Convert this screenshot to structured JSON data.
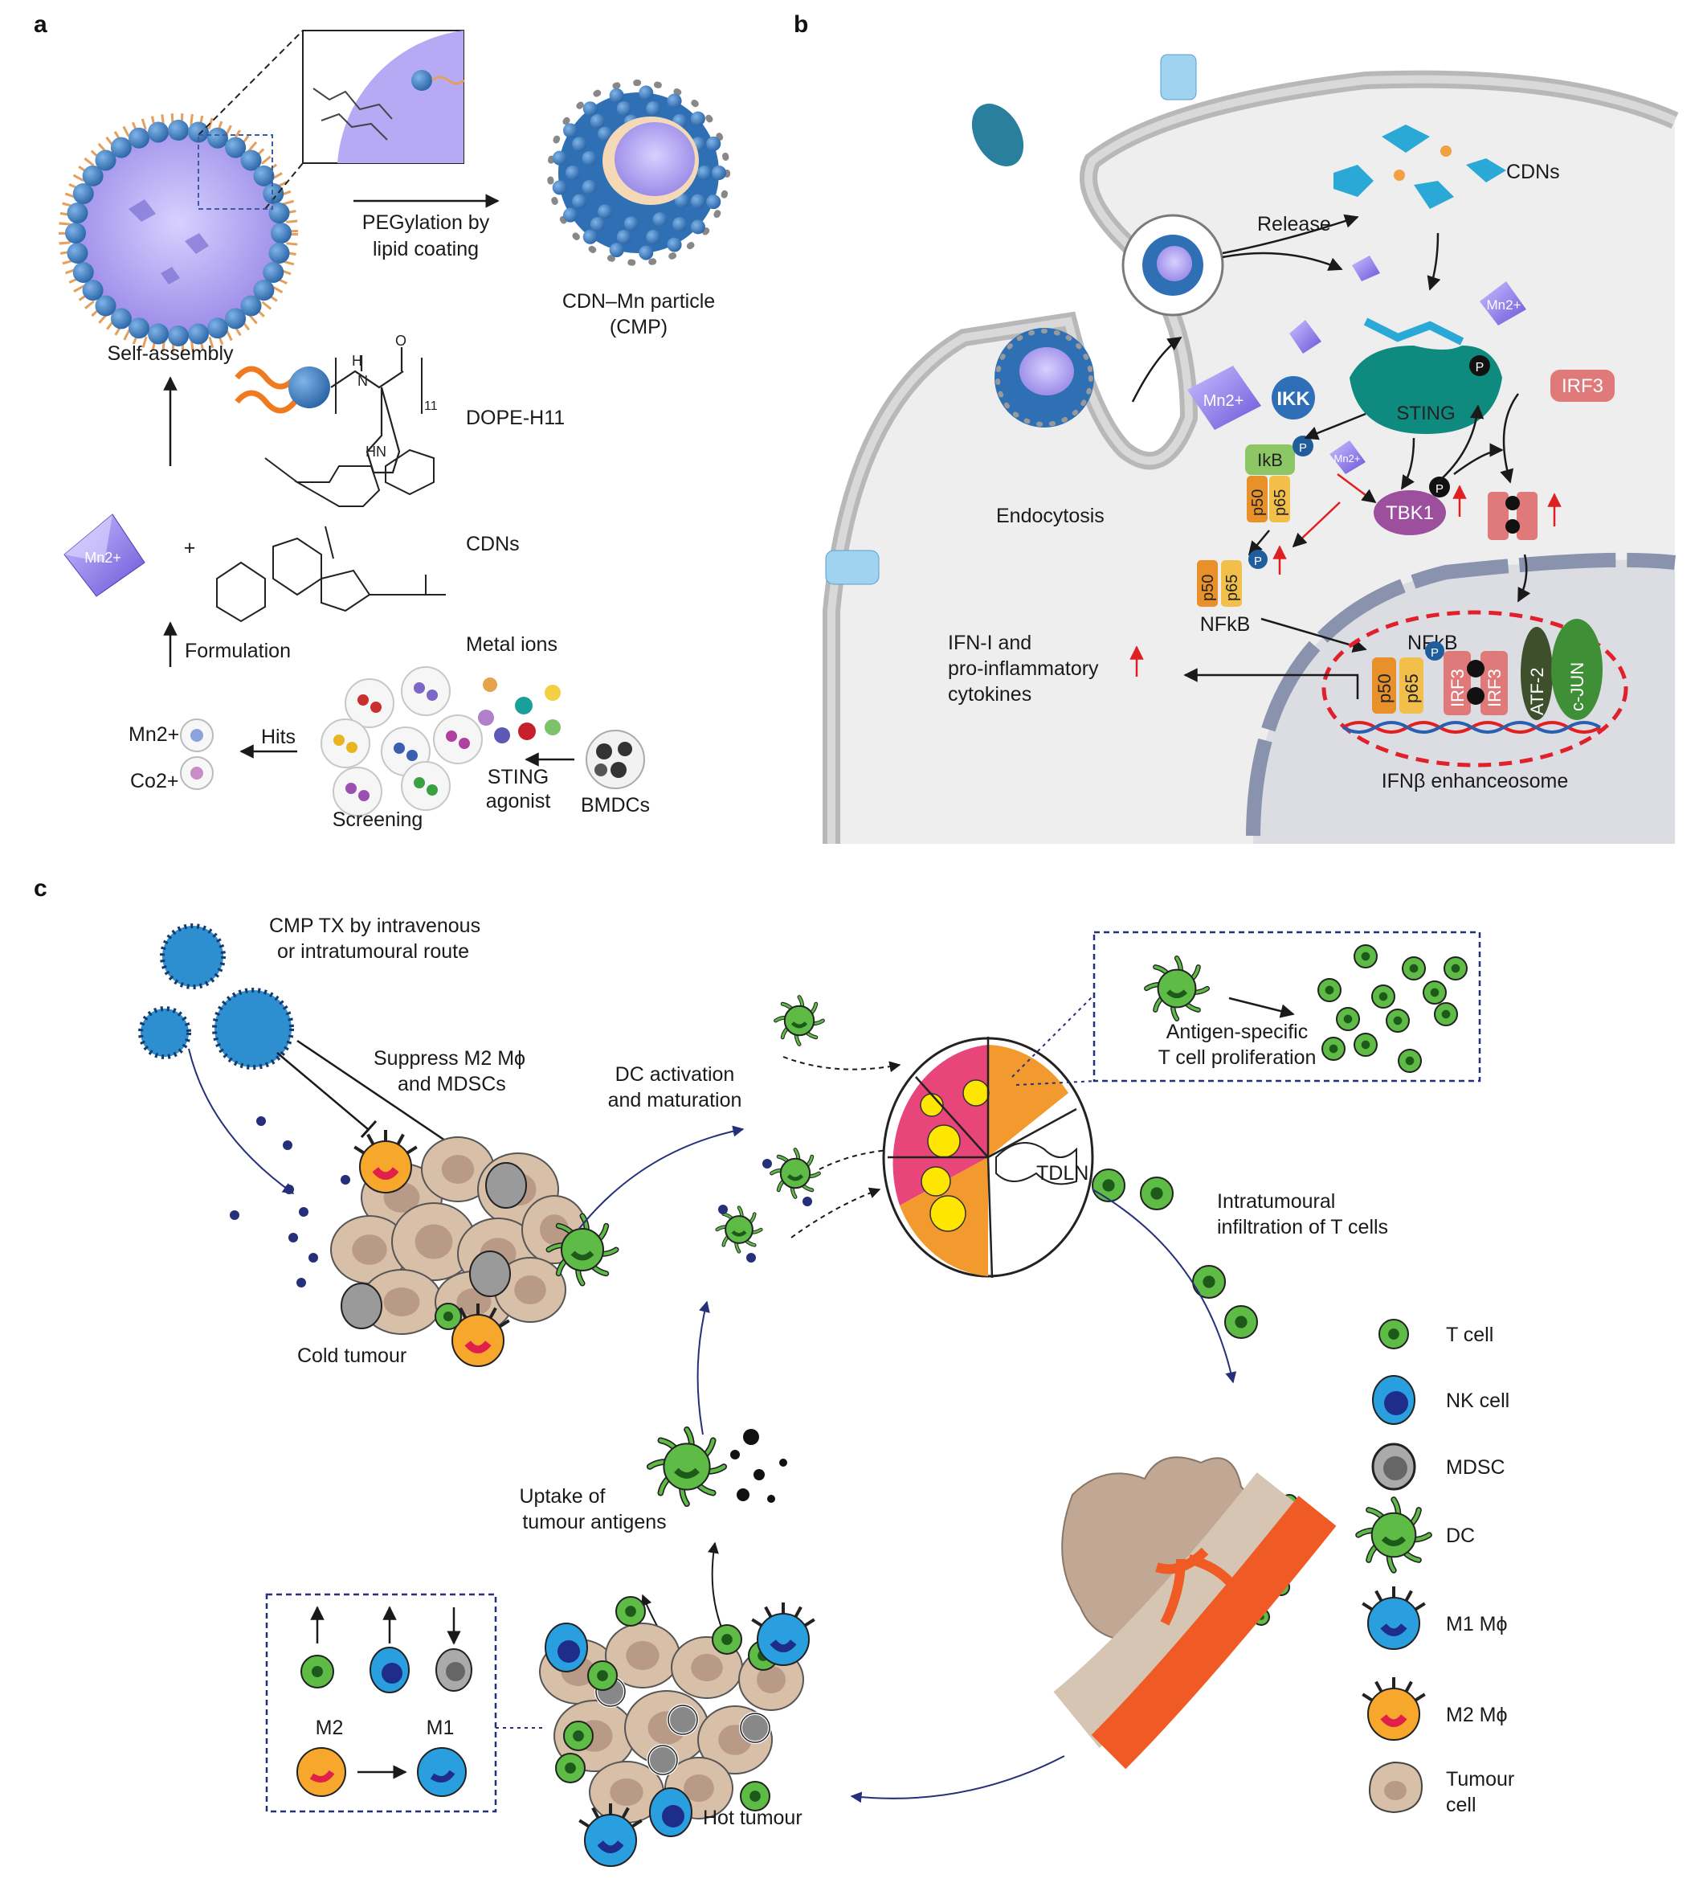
{
  "panels": {
    "a": {
      "letter": "a",
      "pegylation_line1": "PEGylation by",
      "pegylation_line2": "lipid coating",
      "cmp_line1": "CDN–Mn particle",
      "cmp_line2": "(CMP)",
      "self_assembly": "Self-assembly",
      "dope": "DOPE-H11",
      "mn": "Mn2+",
      "plus": "+",
      "cdns": "CDNs",
      "formulation": "Formulation",
      "metal_ions": "Metal ions",
      "mn_hit": "Mn2+",
      "co_hit": "Co2+",
      "hits": "Hits",
      "screening": "Screening",
      "sting_agonist_1": "STING",
      "sting_agonist_2": "agonist",
      "bmdcs": "BMDCs"
    },
    "b": {
      "letter": "b",
      "cdns": "CDNs",
      "release": "Release",
      "mn": "Mn2+",
      "ikk": "IKK",
      "sting": "STING",
      "irf3": "IRF3",
      "ikb": "IkB",
      "p50": "p50",
      "p65": "p65",
      "p": "P",
      "tbk1": "TBK1",
      "endocytosis": "Endocytosis",
      "nfkb": "NFkB",
      "ifn_1": "IFN-I and",
      "ifn_2": "pro-inflammatory",
      "ifn_3": "cytokines",
      "atf2": "ATF-2",
      "cjun": "c-JUN",
      "enhanceosome": "IFNβ enhanceosome"
    },
    "c": {
      "letter": "c",
      "cmp_tx_1": "CMP TX by intravenous",
      "cmp_tx_2": "or intratumoural route",
      "suppress_1": "Suppress M2 Mϕ",
      "suppress_2": "and MDSCs",
      "dc_act_1": "DC activation",
      "dc_act_2": "and maturation",
      "antigen_1": "Antigen-specific",
      "antigen_2": "T cell proliferation",
      "tdln": "TDLN",
      "infil_1": "Intratumoural",
      "infil_2": "infiltration of T cells",
      "cold": "Cold tumour",
      "uptake_1": "Uptake of",
      "uptake_2": "tumour antigens",
      "hot": "Hot tumour",
      "m2": "M2",
      "m1": "M1"
    },
    "legend": [
      {
        "label": "T cell",
        "icon": "t-cell-icon"
      },
      {
        "label": "NK cell",
        "icon": "nk-cell-icon"
      },
      {
        "label": "MDSC",
        "icon": "mdsc-icon"
      },
      {
        "label": "DC",
        "icon": "dc-icon"
      },
      {
        "label": "M1 Mϕ",
        "icon": "m1-macrophage-icon"
      },
      {
        "label": "M2 Mϕ",
        "icon": "m2-macrophage-icon"
      },
      {
        "label": "Tumour",
        "label2": "cell",
        "icon": "tumour-cell-icon"
      }
    ]
  },
  "colors": {
    "particle_blue": "#3a7fc1",
    "lipid_purple": "#a99cf0",
    "sting_teal": "#0e8a7f",
    "irf3_pink": "#e07a7a",
    "tbk1_purple": "#9c4f9c",
    "p50_orange": "#e8902a",
    "p65_yellow": "#f2c04a",
    "tcell_green": "#5dbb46",
    "nucleus_red": "#e0202a",
    "vessel_orange": "#f05a24",
    "tumour_tan": "#d8bfa8"
  }
}
